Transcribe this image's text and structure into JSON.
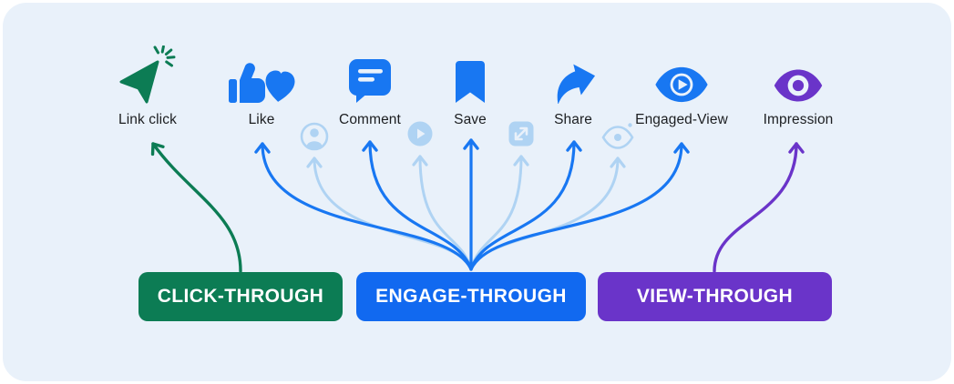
{
  "diagram": {
    "background": "#E9F1FA",
    "outer_background": "#FFFFFF",
    "metrics": [
      {
        "label": "Link click",
        "icon": "cursor-click-icon",
        "color": "#0C7C54"
      },
      {
        "label": "Like",
        "icon": "thumb-heart-icon",
        "color": "#1877F2"
      },
      {
        "label": "Comment",
        "icon": "comment-bubble-icon",
        "color": "#1877F2"
      },
      {
        "label": "Save",
        "icon": "bookmark-icon",
        "color": "#1877F2"
      },
      {
        "label": "Share",
        "icon": "share-arrow-icon",
        "color": "#1877F2"
      },
      {
        "label": "Engaged-View",
        "icon": "eye-play-icon",
        "color": "#1877F2"
      },
      {
        "label": "Impression",
        "icon": "eye-icon",
        "color": "#6A34C9"
      }
    ],
    "secondary_icons": [
      {
        "icon": "profile-circle-icon",
        "color": "#AFD3F3"
      },
      {
        "icon": "play-circle-icon",
        "color": "#AFD3F3"
      },
      {
        "icon": "expand-icon",
        "color": "#AFD3F3"
      },
      {
        "icon": "eye-glance-icon",
        "color": "#AFD3F3"
      }
    ],
    "buttons": [
      {
        "label": "CLICK-THROUGH",
        "color": "#0C7C54"
      },
      {
        "label": "ENGAGE-THROUGH",
        "color": "#1169F0"
      },
      {
        "label": "VIEW-THROUGH",
        "color": "#6A34C9"
      }
    ],
    "connections": [
      {
        "from": "CLICK-THROUGH",
        "to": "Link click",
        "style": "solid",
        "color": "#0C7C54"
      },
      {
        "from": "ENGAGE-THROUGH",
        "to": "Like",
        "style": "solid",
        "color": "#1877F2"
      },
      {
        "from": "ENGAGE-THROUGH",
        "to": "Comment",
        "style": "solid",
        "color": "#1877F2"
      },
      {
        "from": "ENGAGE-THROUGH",
        "to": "Save",
        "style": "solid",
        "color": "#1877F2"
      },
      {
        "from": "ENGAGE-THROUGH",
        "to": "Share",
        "style": "solid",
        "color": "#1877F2"
      },
      {
        "from": "ENGAGE-THROUGH",
        "to": "Engaged-View",
        "style": "solid",
        "color": "#1877F2"
      },
      {
        "from": "ENGAGE-THROUGH",
        "to": "profile-circle-icon",
        "style": "faded",
        "color": "#AFD3F3"
      },
      {
        "from": "ENGAGE-THROUGH",
        "to": "play-circle-icon",
        "style": "faded",
        "color": "#AFD3F3"
      },
      {
        "from": "ENGAGE-THROUGH",
        "to": "expand-icon",
        "style": "faded",
        "color": "#AFD3F3"
      },
      {
        "from": "ENGAGE-THROUGH",
        "to": "eye-glance-icon",
        "style": "faded",
        "color": "#AFD3F3"
      },
      {
        "from": "VIEW-THROUGH",
        "to": "Impression",
        "style": "solid",
        "color": "#6A34C9"
      }
    ]
  }
}
